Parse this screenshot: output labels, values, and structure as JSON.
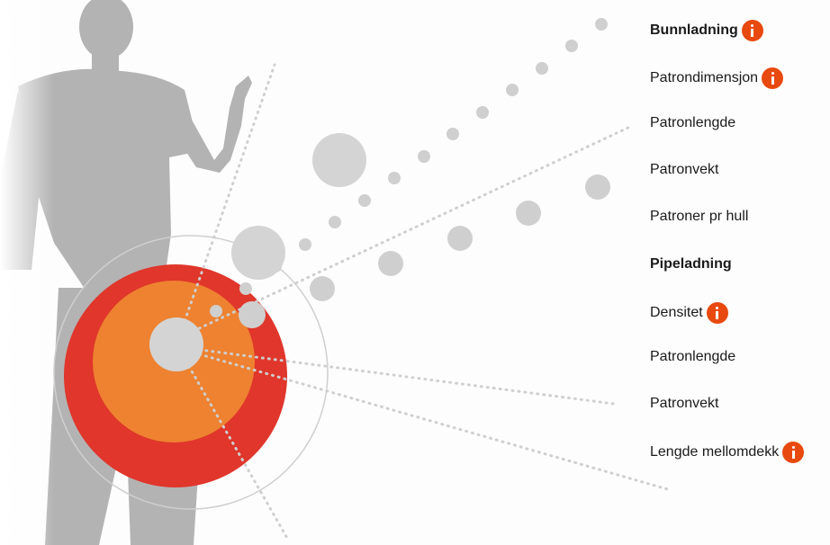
{
  "labels": {
    "bunnladning": "Bunnladning",
    "patrondimensjon": "Patrondimensjon",
    "patronlengde_1": "Patronlengde",
    "patronvekt_1": "Patronvekt",
    "patroner_pr_hull": "Patroner pr hull",
    "pipeladning": "Pipeladning",
    "densitet": "Densitet",
    "patronlengde_2": "Patronlengde",
    "patronvekt_2": "Patronvekt",
    "lengde_mellomdekk": "Lengde mellomdekk"
  },
  "icons": {
    "info": "info-icon",
    "figure": "person-silhouette"
  },
  "colors": {
    "outer_ring": "#e0362b",
    "inner_ring": "#ee8230",
    "core": "#d4d4d4",
    "dots": "#cfcfcf",
    "info_icon": "#e8490f",
    "silhouette": "#b3b3b3",
    "text": "#1a1a1a"
  }
}
